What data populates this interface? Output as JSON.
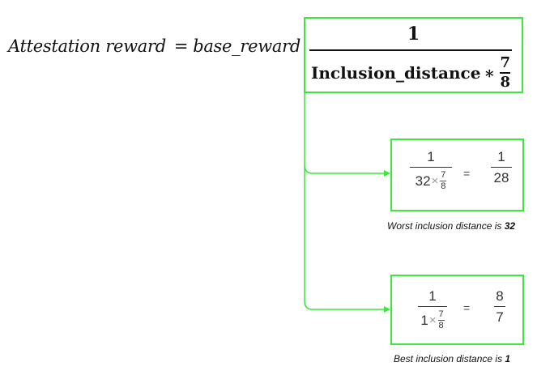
{
  "formula": {
    "lhs_label": "Attestation reward",
    "equals": "=",
    "base": "base_reward",
    "multiply": "∗",
    "fraction": {
      "numerator": "1",
      "denominator_term": "Inclusion_distance",
      "multiply": "∗",
      "sub_numerator": "7",
      "sub_denominator": "8"
    }
  },
  "worst_case": {
    "left": {
      "numerator": "1",
      "den_value": "32",
      "times": "×",
      "sub_num": "7",
      "sub_den": "8"
    },
    "equals": "=",
    "right": {
      "numerator": "1",
      "denominator": "28"
    },
    "caption_prefix": "Worst inclusion distance is ",
    "caption_value": "32"
  },
  "best_case": {
    "left": {
      "numerator": "1",
      "den_value": "1",
      "times": "×",
      "sub_num": "7",
      "sub_den": "8"
    },
    "equals": "=",
    "right": {
      "numerator": "8",
      "denominator": "7"
    },
    "caption_prefix": "Best inclusion distance is ",
    "caption_value": "1"
  },
  "colors": {
    "box_border": "#3ce83c",
    "connector": "#3ce83c",
    "text": "#111111"
  }
}
